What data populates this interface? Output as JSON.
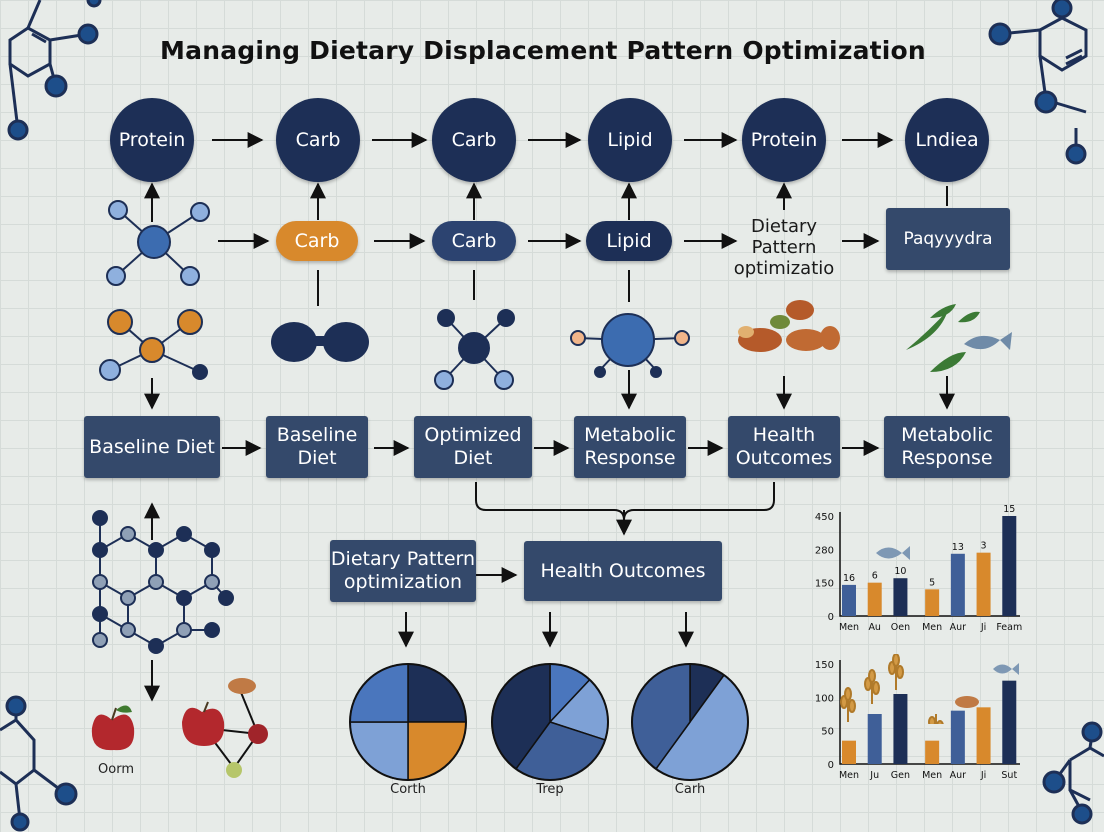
{
  "title": "Managing Dietary Displacement Pattern Optimization",
  "row1": [
    "Protein",
    "Carb",
    "Carb",
    "Lipid",
    "Protein",
    "Lndiea"
  ],
  "row2": {
    "carb_orange": "Carb",
    "carb_blue": "Carb",
    "lipid": "Lipid",
    "dietary_text": "Dietary\nPattern\noptimizatio",
    "paqyydra": "Paqyyydra"
  },
  "row3": [
    "Baseline Diet",
    "Baseline\nDiet",
    "Optimized\nDiet",
    "Metabolic\nResponse",
    "Health\nOutcomes",
    "Metabolic\nResponse"
  ],
  "row4": {
    "dietary_pattern": "Dietary Pattern\noptimization",
    "health_outcomes": "Health Outcomes"
  },
  "pie_captions": [
    "Corth",
    "Trep",
    "Carh"
  ],
  "food_caption": "Oorm",
  "colors": {
    "navy": "#1d2f56",
    "slate": "#34496b",
    "mid_blue": "#3f5f98",
    "light_blue": "#7ea1d6",
    "orange": "#d8892c",
    "background": "#e7ebe8"
  },
  "chart_data": [
    {
      "type": "bar",
      "categories": [
        "Men",
        "Au",
        "Oen",
        "Men",
        "Aur",
        "Ji",
        "Feam"
      ],
      "values": [
        140,
        150,
        170,
        120,
        280,
        285,
        450
      ],
      "data_labels": [
        "16",
        "6",
        "10",
        "5",
        "13",
        "3",
        "15"
      ],
      "yticks": [
        "450",
        "280",
        "150",
        "0"
      ],
      "ylim": [
        0,
        450
      ],
      "bar_colors": [
        "#3f5f98",
        "#d8892c",
        "#1d2f56",
        "#d8892c",
        "#3f5f98",
        "#d8892c",
        "#1d2f56"
      ]
    },
    {
      "type": "bar",
      "categories": [
        "Men",
        "Ju",
        "Gen",
        "Men",
        "Aur",
        "Ji",
        "Sut"
      ],
      "values": [
        35,
        75,
        105,
        35,
        80,
        85,
        125
      ],
      "yticks": [
        "150",
        "100",
        "50",
        "0"
      ],
      "ylim": [
        0,
        150
      ],
      "bar_colors": [
        "#d8892c",
        "#3f5f98",
        "#1d2f56",
        "#d8892c",
        "#3f5f98",
        "#d8892c",
        "#1d2f56"
      ]
    },
    {
      "type": "pie",
      "values": [
        25,
        25,
        25,
        25
      ],
      "colors": [
        "#1d2f56",
        "#d8892c",
        "#7ea1d6",
        "#4a76bd"
      ]
    },
    {
      "type": "pie",
      "values": [
        12,
        18,
        30,
        40
      ],
      "colors": [
        "#4a76bd",
        "#7ea1d6",
        "#3f5f98",
        "#1d2f56"
      ]
    },
    {
      "type": "pie",
      "values": [
        10,
        50,
        40
      ],
      "colors": [
        "#1d2f56",
        "#7ea1d6",
        "#3f5f98"
      ]
    }
  ]
}
